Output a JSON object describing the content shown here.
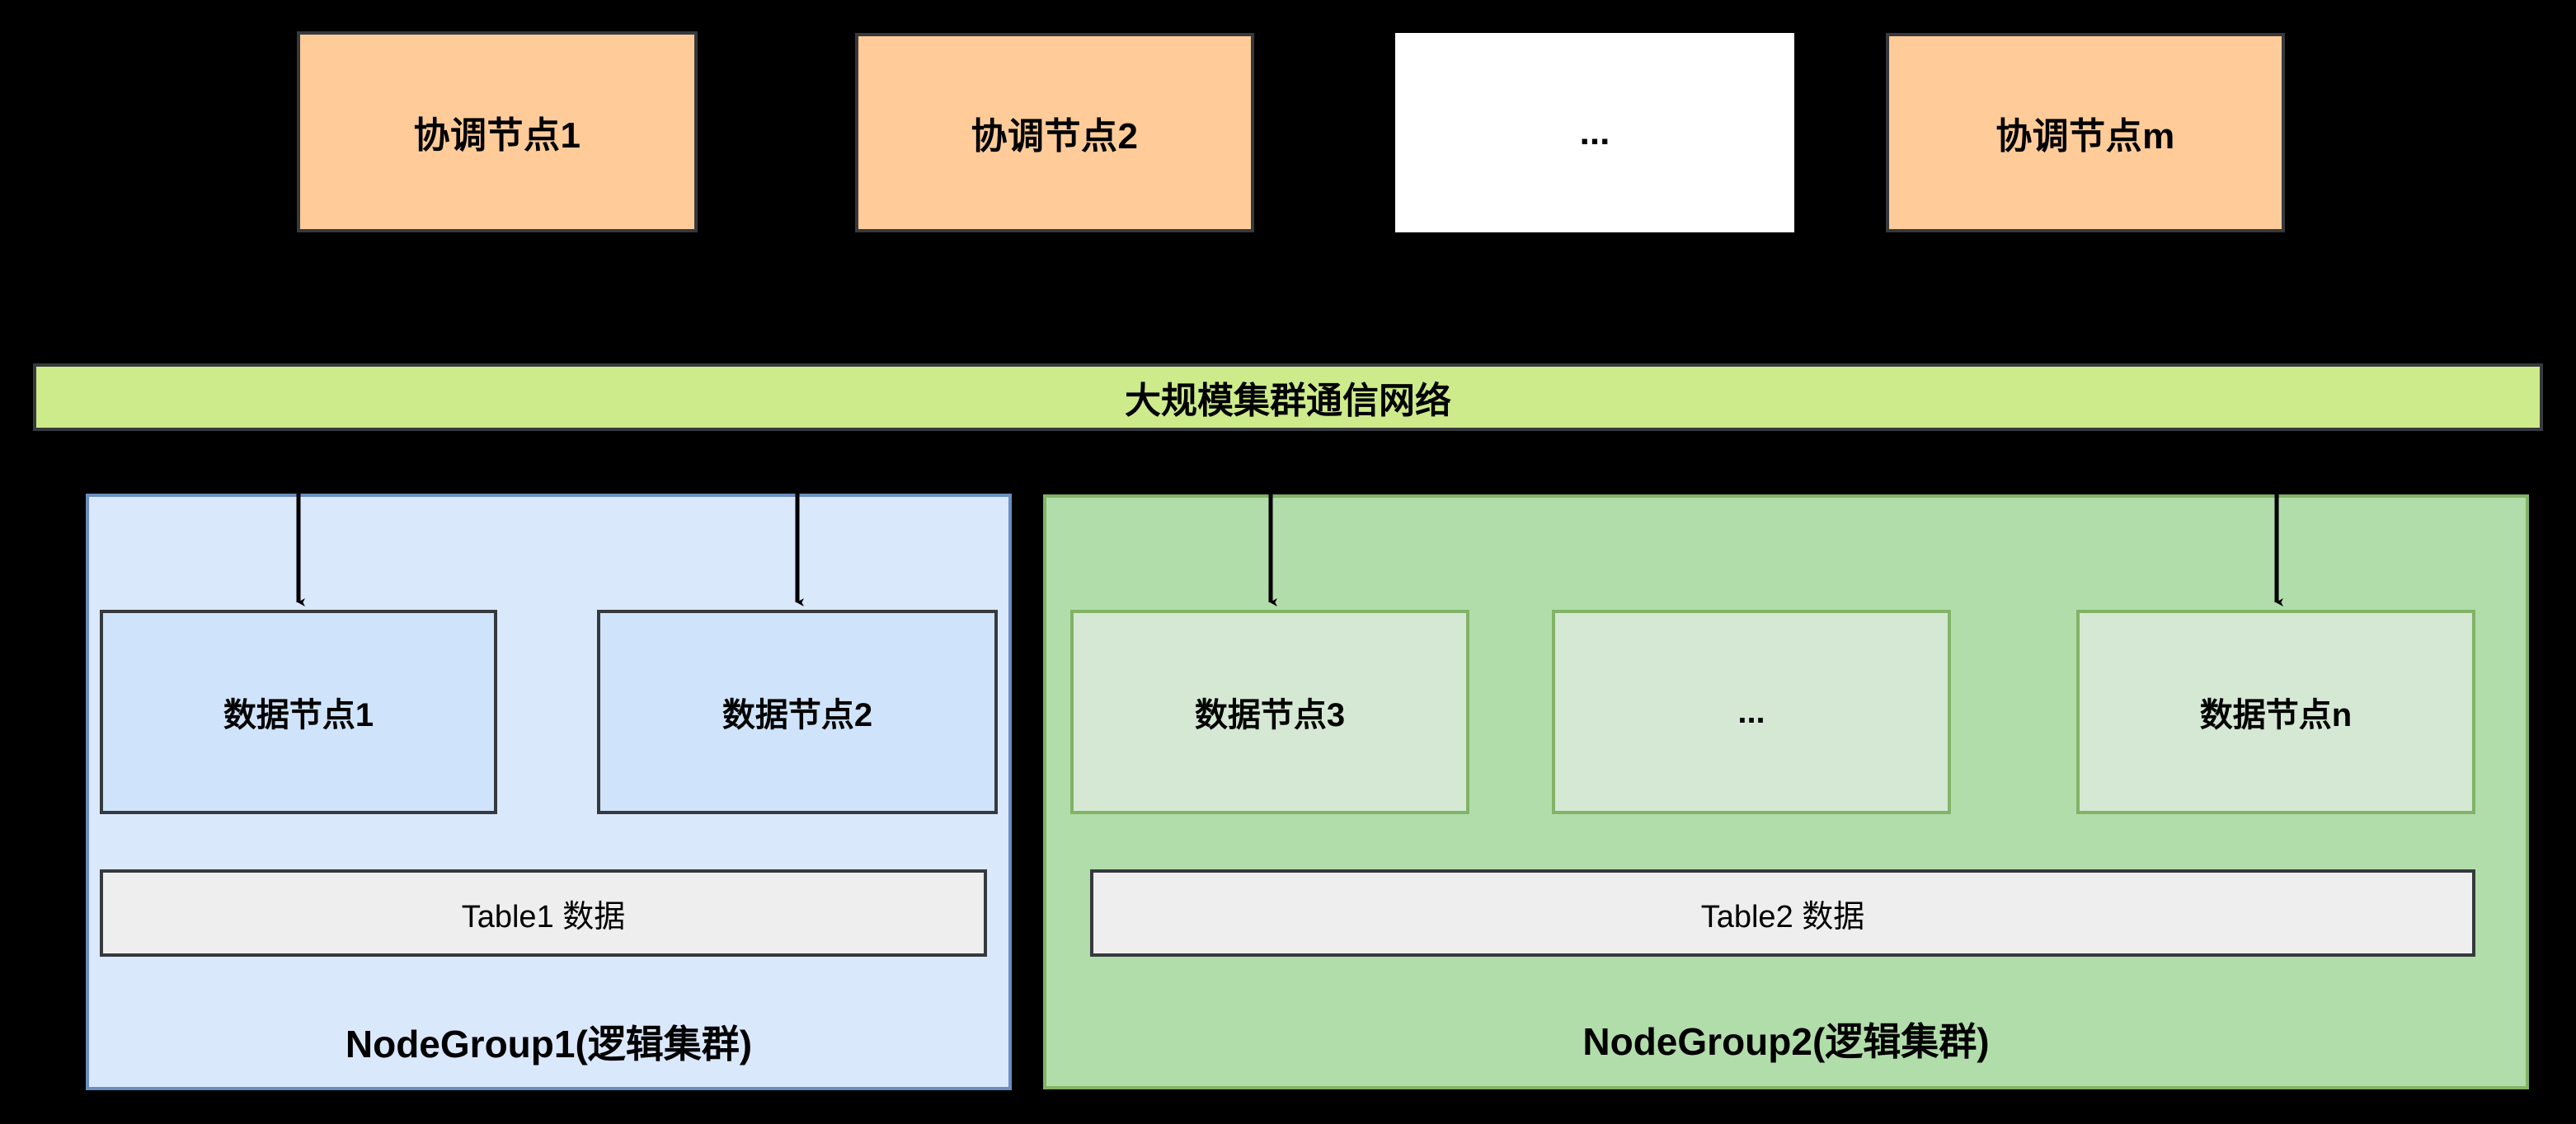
{
  "diagram": {
    "title": "",
    "colors": {
      "background": "#000000",
      "coordinator_fill": "#ffcc99",
      "coordinator_border": "#36393d",
      "network_fill": "#cdeb8b",
      "network_border": "#36393d",
      "group1_fill": "#dae8fc",
      "group1_border": "#6c8ebf",
      "group2_fill": "#b1ddaa",
      "group2_border": "#82b366",
      "datanode1_fill": "#cfe4fa",
      "datanode1_border": "#36393d",
      "datanode2_fill": "#d5e8d4",
      "datanode2_border": "#82b366",
      "table_fill": "#eeeeee",
      "table_border": "#36393d",
      "arrow": "#000000",
      "text": "#000000"
    },
    "coordinator_row": [
      {
        "label": "协调节点1",
        "style": "filled"
      },
      {
        "label": "协调节点2",
        "style": "filled"
      },
      {
        "label": "...",
        "style": "blank"
      },
      {
        "label": "协调节点m",
        "style": "filled"
      }
    ],
    "network": {
      "label": "大规模集群通信网络"
    },
    "groups": [
      {
        "name": "group1",
        "label": "NodeGroup1(逻辑集群)",
        "nodes": [
          {
            "label": "数据节点1"
          },
          {
            "label": "数据节点2"
          }
        ],
        "table": {
          "label": "Table1 数据"
        }
      },
      {
        "name": "group2",
        "label": "NodeGroup2(逻辑集群)",
        "nodes": [
          {
            "label": "数据节点3"
          },
          {
            "label": "..."
          },
          {
            "label": "数据节点n"
          }
        ],
        "table": {
          "label": "Table2 数据"
        }
      }
    ],
    "arrows": [
      {
        "from": "network-bar",
        "to": "数据节点1"
      },
      {
        "from": "network-bar",
        "to": "数据节点2"
      },
      {
        "from": "network-bar",
        "to": "数据节点3"
      },
      {
        "from": "network-bar",
        "to": "数据节点n"
      }
    ]
  }
}
